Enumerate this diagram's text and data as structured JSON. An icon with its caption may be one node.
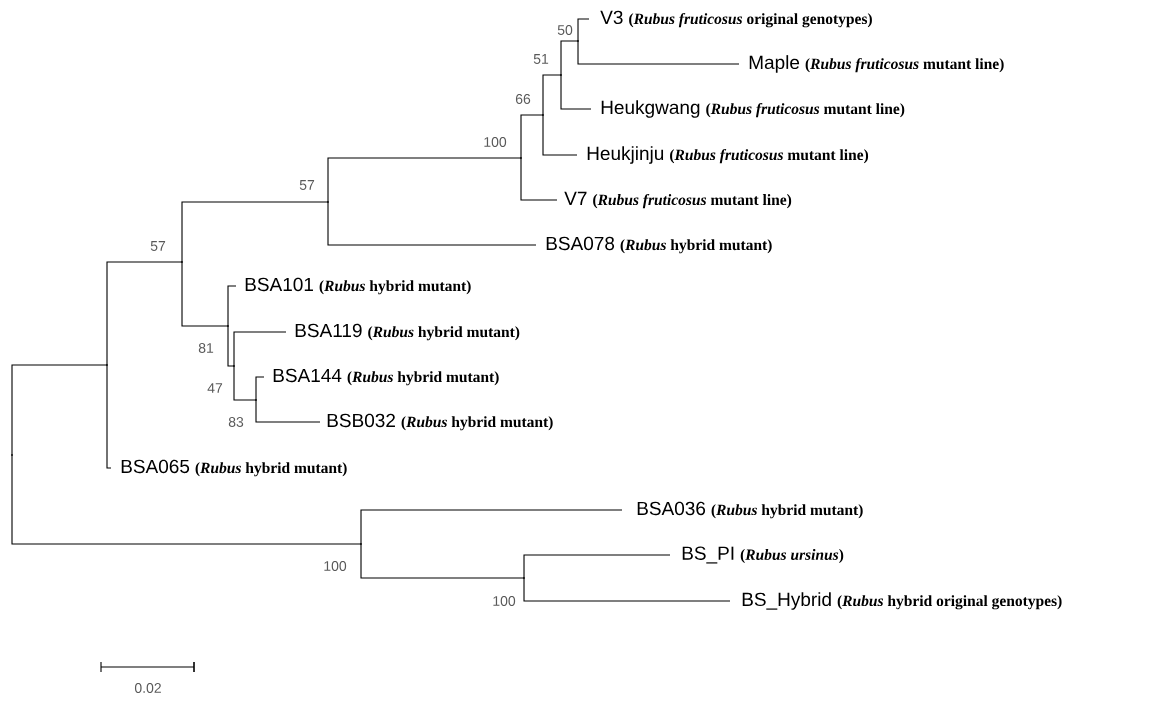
{
  "diagram": {
    "nodes": [
      {
        "text": [
          "V3",
          "(*Rubus fruticosus* original genotypes)"
        ]
      },
      {
        "text": [
          "Maple",
          "(*Rubus fruticosus* mutant line)"
        ]
      },
      {
        "text": [
          "Heukgwang",
          "(*Rubus fruticosus* mutant line)"
        ]
      },
      {
        "text": [
          "Heukjinju",
          "(*Rubus fruticosus* mutant line)"
        ]
      },
      {
        "text": [
          "V7",
          "(*Rubus fruticosus* mutant line)"
        ]
      },
      {
        "text": [
          "BSA078",
          "(*Rubus* hybrid mutant)"
        ]
      },
      {
        "text": [
          "BSA101",
          "(*Rubus* hybrid mutant)"
        ]
      },
      {
        "text": [
          "BSA119",
          "(*Rubus* hybrid mutant)"
        ]
      },
      {
        "text": [
          "BSA144",
          "(*Rubus* hybrid mutant)"
        ]
      },
      {
        "text": [
          "BSB032",
          "(*Rubus* hybrid mutant)"
        ]
      },
      {
        "text": [
          "BSA065",
          "(*Rubus* hybrid mutant)"
        ]
      },
      {
        "text": [
          "BSA036",
          "(*Rubus* hybrid mutant)"
        ]
      },
      {
        "text": [
          "BS_PI",
          "(*Rubus ursinus*)"
        ]
      },
      {
        "text": [
          "BS_Hybrid",
          "(*Rubus* hybrid original genotypes)"
        ]
      },
      {
        "text": [],
        "shape": "point"
      },
      {
        "text": [],
        "shape": "point"
      },
      {
        "text": [],
        "shape": "point",
        "beside": [
          "57"
        ]
      },
      {
        "text": [],
        "shape": "point",
        "beside": [
          "57"
        ]
      },
      {
        "text": [],
        "shape": "point",
        "beside": [
          "100"
        ]
      },
      {
        "text": [],
        "shape": "point",
        "beside": [
          "66"
        ]
      },
      {
        "text": [],
        "shape": "point",
        "beside": [
          "51"
        ]
      },
      {
        "text": [],
        "shape": "point",
        "beside": [
          "50"
        ]
      },
      {
        "text": [],
        "shape": "point",
        "beside": [
          "81"
        ]
      },
      {
        "text": [],
        "shape": "point",
        "beside": [
          "47"
        ]
      },
      {
        "text": [],
        "shape": "point",
        "beside": [
          "83"
        ]
      },
      {
        "text": [],
        "shape": "point",
        "beside": [
          "100"
        ]
      },
      {
        "text": [],
        "shape": "point",
        "beside": [
          "100"
        ]
      }
    ],
    "edges": [
      {
        "from": 14,
        "to": 15,
        "arrow": "none"
      },
      {
        "from": 14,
        "to": 25,
        "arrow": "none"
      },
      {
        "from": 15,
        "to": 16,
        "arrow": "none"
      },
      {
        "from": 15,
        "to": 10,
        "arrow": "none"
      },
      {
        "from": 16,
        "to": 17,
        "arrow": "none"
      },
      {
        "from": 16,
        "to": 22,
        "arrow": "none"
      },
      {
        "from": 17,
        "to": 18,
        "arrow": "none"
      },
      {
        "from": 17,
        "to": 5,
        "arrow": "none"
      },
      {
        "from": 18,
        "to": 19,
        "arrow": "none"
      },
      {
        "from": 18,
        "to": 4,
        "arrow": "none"
      },
      {
        "from": 19,
        "to": 20,
        "arrow": "none"
      },
      {
        "from": 19,
        "to": 3,
        "arrow": "none"
      },
      {
        "from": 20,
        "to": 21,
        "arrow": "none"
      },
      {
        "from": 20,
        "to": 2,
        "arrow": "none"
      },
      {
        "from": 21,
        "to": 0,
        "arrow": "none"
      },
      {
        "from": 21,
        "to": 1,
        "arrow": "none"
      },
      {
        "from": 22,
        "to": 6,
        "arrow": "none"
      },
      {
        "from": 22,
        "to": 23,
        "arrow": "none"
      },
      {
        "from": 23,
        "to": 7,
        "arrow": "none"
      },
      {
        "from": 23,
        "to": 24,
        "arrow": "none"
      },
      {
        "from": 24,
        "to": 8,
        "arrow": "none"
      },
      {
        "from": 24,
        "to": 9,
        "arrow": "none"
      },
      {
        "from": 25,
        "to": 11,
        "arrow": "none"
      },
      {
        "from": 25,
        "to": 26,
        "arrow": "none"
      },
      {
        "from": 26,
        "to": 12,
        "arrow": "none"
      },
      {
        "from": 26,
        "to": 13,
        "arrow": "none"
      }
    ],
    "labels": [
      "0.02"
    ]
  }
}
